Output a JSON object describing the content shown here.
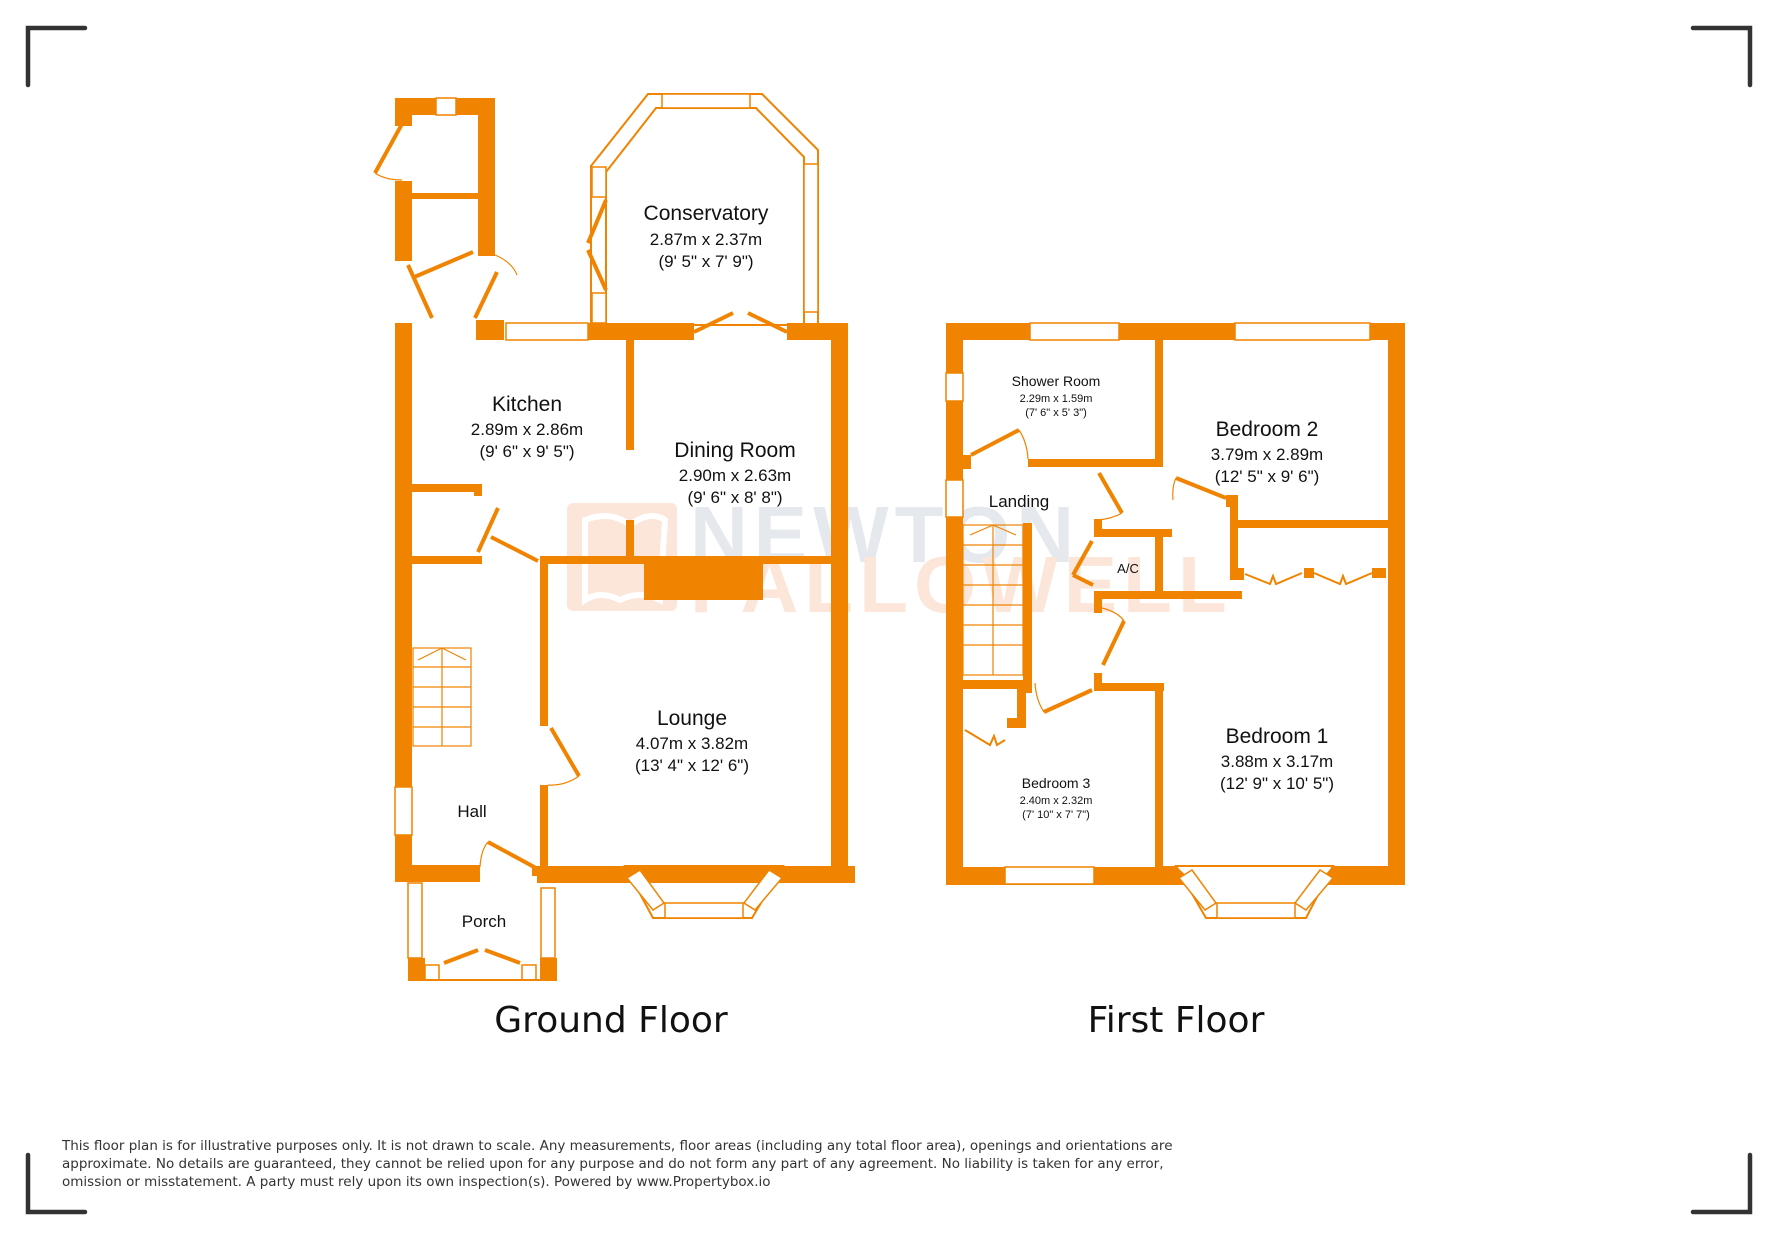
{
  "document": {
    "type": "floor-plan",
    "brand_watermark": {
      "line1": "NEWTON",
      "line2": "FALLOWELL"
    },
    "colors": {
      "wall": "#F08300",
      "text": "#111111",
      "corner_marks": "#333333",
      "watermark_grey": "#E3E7EC",
      "watermark_orange": "#FBE4D5"
    }
  },
  "ground_floor": {
    "title": "Ground Floor",
    "rooms": {
      "conservatory": {
        "name": "Conservatory",
        "metric": "2.87m x 2.37m",
        "imperial": "(9' 5\" x 7' 9\")"
      },
      "kitchen": {
        "name": "Kitchen",
        "metric": "2.89m x 2.86m",
        "imperial": "(9' 6\" x 9' 5\")"
      },
      "dining_room": {
        "name": "Dining Room",
        "metric": "2.90m x 2.63m",
        "imperial": "(9' 6\" x 8' 8\")"
      },
      "lounge": {
        "name": "Lounge",
        "metric": "4.07m x 3.82m",
        "imperial": "(13' 4\" x 12' 6\")"
      },
      "hall": {
        "name": "Hall"
      },
      "porch": {
        "name": "Porch"
      }
    }
  },
  "first_floor": {
    "title": "First Floor",
    "rooms": {
      "shower_room": {
        "name": "Shower Room",
        "metric": "2.29m x 1.59m",
        "imperial": "(7' 6\" x 5' 3\")"
      },
      "bedroom_2": {
        "name": "Bedroom 2",
        "metric": "3.79m x 2.89m",
        "imperial": "(12' 5\" x 9' 6\")"
      },
      "landing": {
        "name": "Landing"
      },
      "ac": {
        "name": "A/C"
      },
      "bedroom_1": {
        "name": "Bedroom 1",
        "metric": "3.88m x 3.17m",
        "imperial": "(12' 9\" x 10' 5\")"
      },
      "bedroom_3": {
        "name": "Bedroom 3",
        "metric": "2.40m x 2.32m",
        "imperial": "(7' 10\" x 7' 7\")"
      }
    }
  },
  "disclaimer": {
    "line1": "This floor plan is for illustrative purposes only. It is not drawn to scale. Any measurements, floor areas (including any total floor area), openings and orientations are",
    "line2": "approximate. No details are guaranteed, they cannot be relied upon for any purpose and do not form any part of any agreement. No liability is taken for any error,",
    "line3": "omission or misstatement. A party must rely upon its own inspection(s). Powered by www.Propertybox.io"
  }
}
